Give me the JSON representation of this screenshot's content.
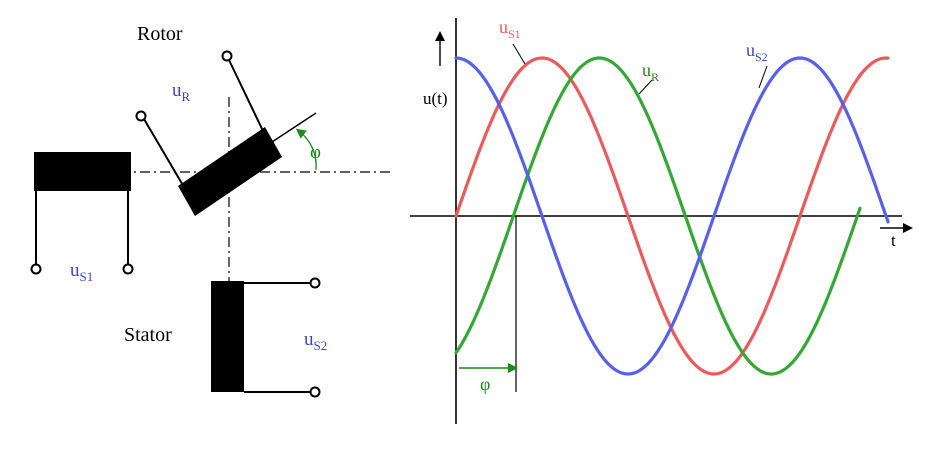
{
  "colors": {
    "black": "#000000",
    "blue_text": "#3a45c8",
    "green": "#1a8c1a",
    "us1_curve": "#ee5a5a",
    "ur_curve": "#33a833",
    "us2_curve": "#5560ee"
  },
  "diagram": {
    "rotor_title": "Rotor",
    "stator_title": "Stator",
    "ur_label": {
      "main": "u",
      "sub": "R"
    },
    "us1_label": {
      "main": "u",
      "sub": "S1"
    },
    "us2_label": {
      "main": "u",
      "sub": "S2"
    },
    "phi_label": "φ"
  },
  "chart_data": {
    "type": "line",
    "title": "",
    "xlabel": "t",
    "ylabel": "u(t)",
    "phase_label": "φ",
    "grid": false,
    "legend": "none",
    "series": [
      {
        "name": "uS1",
        "label": {
          "main": "u",
          "sub": "S1"
        },
        "color": "#ee5a5a",
        "function": "sin",
        "phase_deg": 0,
        "amplitude": 1
      },
      {
        "name": "uR",
        "label": {
          "main": "u",
          "sub": "R"
        },
        "color": "#33a833",
        "function": "sin",
        "phase_deg": -60,
        "amplitude": 1
      },
      {
        "name": "uS2",
        "label": {
          "main": "u",
          "sub": "S2"
        },
        "color": "#5560ee",
        "function": "cos",
        "phase_deg": 0,
        "amplitude": 1
      }
    ]
  }
}
